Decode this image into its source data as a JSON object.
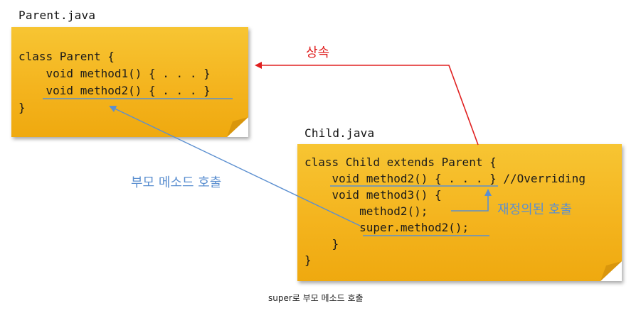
{
  "parent": {
    "file_label": "Parent.java",
    "code": [
      "class Parent {",
      "    void method1() { . . . }",
      "    void method2() { . . . }",
      "}"
    ]
  },
  "child": {
    "file_label": "Child.java",
    "code": [
      "class Child extends Parent {",
      "    void method2() { . . . } //Overriding",
      "    void method3() {",
      "        method2();",
      "        super.method2();",
      "    }",
      "}"
    ]
  },
  "annotations": {
    "inheritance": "상속",
    "parent_method_call": "부모 메소드 호출",
    "overridden_call": "재정의된 호출"
  },
  "caption": "super로 부모 메소드 호출",
  "colors": {
    "note_fill": "#f4b41e",
    "inheritance_arrow": "#e02020",
    "call_arrow": "#5b8fd0"
  }
}
